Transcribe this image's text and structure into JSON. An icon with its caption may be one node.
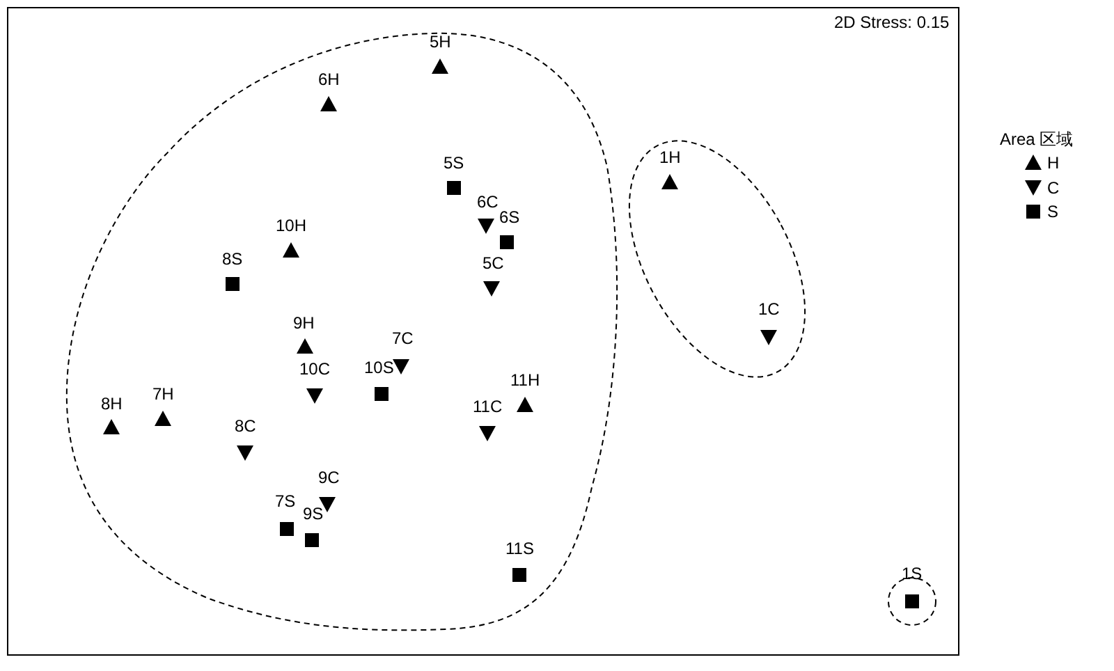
{
  "diagram": {
    "labels": [
      "2D Stress: 0.15",
      "5H",
      "6H",
      "1H",
      "5S",
      "6C",
      "6S",
      "10H",
      "8S",
      "5C",
      "1C",
      "9H",
      "7C",
      "10C",
      "10S",
      "11H",
      "8H",
      "7H",
      "11C",
      "8C",
      "9C",
      "7S",
      "9S",
      "11S",
      "1S",
      "Area 区域"
    ],
    "legend": [
      {
        "text": "H"
      },
      {
        "text": "C"
      },
      {
        "text": "S"
      }
    ]
  }
}
